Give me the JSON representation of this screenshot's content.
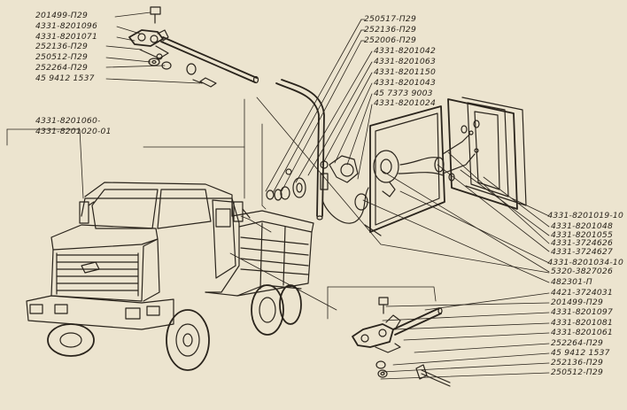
{
  "labels": {
    "top_left": [
      "201499-П29",
      "4331-8201096",
      "4331-8201071",
      "252136-П29",
      "250512-П29",
      "252264-П29",
      "45 9412 1537"
    ],
    "truck": [
      "4331-8201060-",
      "4331-8201020-01"
    ],
    "top_middle": [
      "250517-П29",
      "252136-П29",
      "252006-П29",
      "4331-8201042",
      "4331-8201063",
      "4331-8201150",
      "4331-8201043",
      "45 7373 9003",
      "4331-8201024"
    ],
    "right": [
      "4331-8201019-10",
      "4331-8201048",
      "4331-8201055",
      "4331-3724626",
      "4331-3724627",
      "4331-8201034-10",
      "5320-3827026",
      "482301-П",
      "4421-3724031",
      "201499-П29",
      "4331-8201097",
      "4331-8201081",
      "4331-8201061",
      "252264-П29",
      "45 9412 1537",
      "252136-П29",
      "250512-П29"
    ]
  },
  "colors": {
    "paper": "#ece4cf",
    "ink": "#2a241c"
  }
}
